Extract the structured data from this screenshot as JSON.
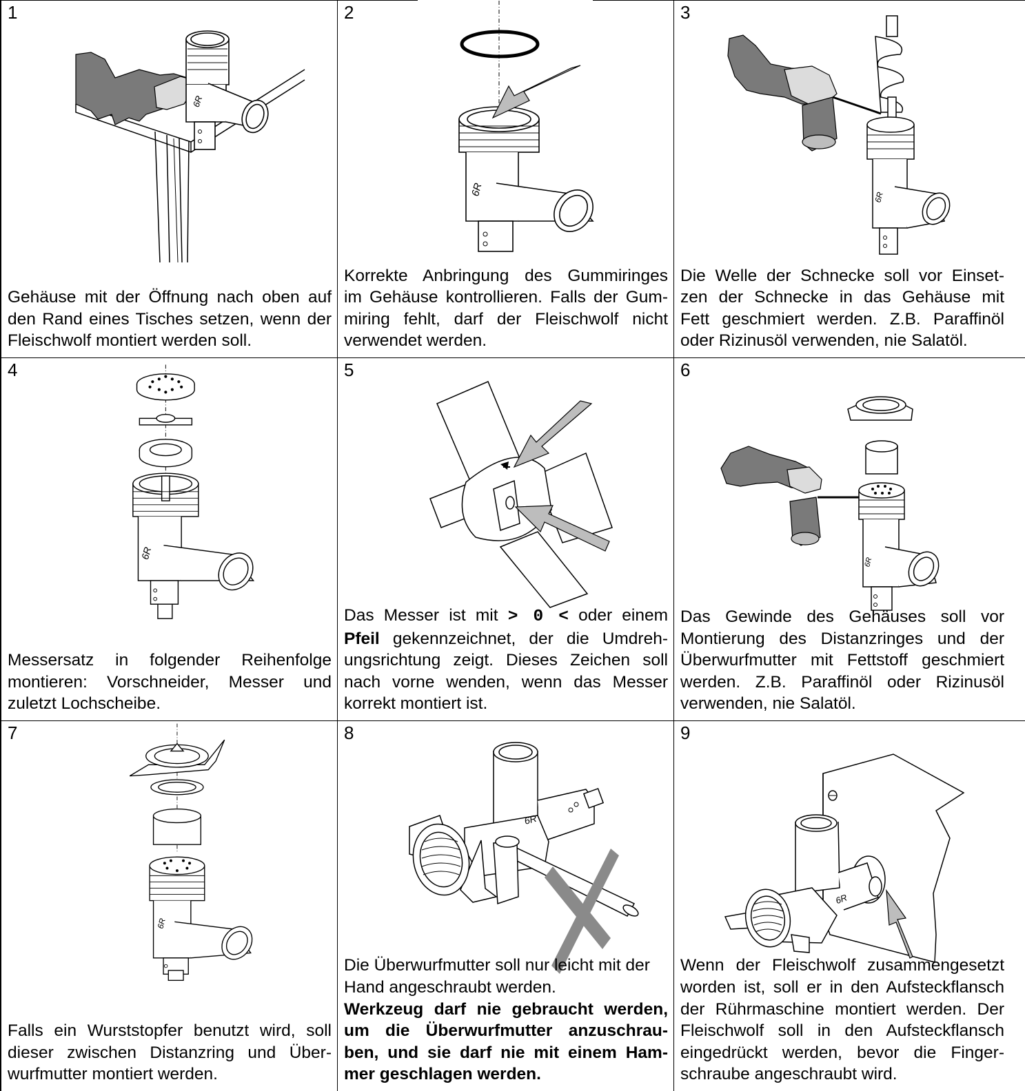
{
  "cells": [
    {
      "num": "1",
      "lines": [
        "Gehäuse mit der Öffnung nach oben auf",
        "den Rand eines Tisches setzen, wenn der",
        "Fleischwolf montiert werden soll."
      ]
    },
    {
      "num": "2",
      "lines": [
        "Korrekte Anbringung des Gummiringes",
        "im Gehäuse kontrollieren. Falls der Gum-",
        "miring fehlt, darf der Fleischwolf nicht",
        "verwendet werden."
      ]
    },
    {
      "num": "3",
      "lines": [
        "Die Welle der Schnecke soll vor Einset-",
        "zen der Schnecke in das Gehäuse mit",
        "Fett geschmiert werden. Z.B. Paraffinöl",
        "oder Rizinusöl verwenden, nie Salatöl."
      ]
    },
    {
      "num": "4",
      "lines": [
        "Messersatz in folgender Reihenfolge",
        "montieren: Vorschneider, Messer und",
        "zuletzt Lochscheibe."
      ]
    },
    {
      "num": "5",
      "l1a": "Das Messer ist mit ",
      "l1b": "> 0 <",
      "l1c": " oder einem",
      "l2a": "Pfeil",
      "l2b": " gekennzeichnet, der die Umdreh-",
      "lines": [
        "ungsrichtung zeigt. Dieses Zeichen soll",
        "nach vorne wenden, wenn das Messer",
        "korrekt montiert ist."
      ]
    },
    {
      "num": "6",
      "lines": [
        "Das Gewinde des Gehäuses soll vor",
        "Montierung des Distanzringes und der",
        "Überwurfmutter mit Fettstoff geschmiert",
        "werden. Z.B. Paraffinöl oder Rizinusöl",
        "verwenden, nie Salatöl."
      ]
    },
    {
      "num": "7",
      "lines": [
        "Falls ein Wurststopfer benutzt wird, soll",
        "dieser zwischen Distanzring und Über-",
        "wurfmutter montiert werden."
      ]
    },
    {
      "num": "8",
      "lines": [
        "Die Überwurfmutter soll nur leicht mit der",
        "Hand angeschraubt werden."
      ],
      "bold": [
        "Werkzeug darf nie gebraucht werden,",
        "um die Überwurfmutter anzuschrau-",
        "ben, und sie darf nie mit einem Ham-",
        "mer geschlagen werden."
      ]
    },
    {
      "num": "9",
      "lines": [
        "Wenn der Fleischwolf zusammengesetzt",
        "worden ist, soll er in den Aufsteckflansch",
        "der Rührmaschine montiert werden. Der",
        "Fleischwolf soll in den Aufsteckflansch",
        "eingedrückt werden, bevor die Finger-",
        "schraube angeschraubt wird."
      ]
    }
  ],
  "housing_mark": "6R"
}
